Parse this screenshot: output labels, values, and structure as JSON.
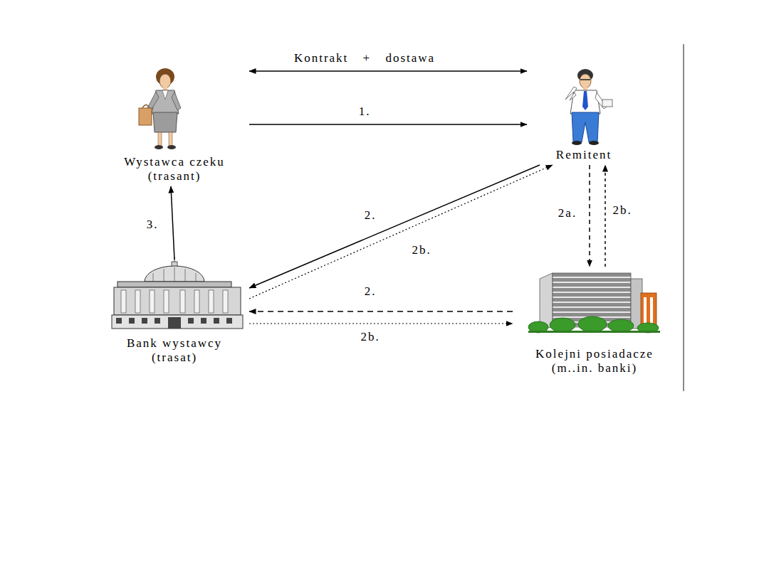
{
  "diagram": {
    "nodes": [
      {
        "text": [
          "Wystawca czeku (trasant)"
        ]
      },
      {
        "text": [
          "Remitent"
        ]
      },
      {
        "text": [
          "Bank wystawcy (trasat)"
        ]
      },
      {
        "text": [
          "Kolejni posiadacze (m..in. banki)"
        ]
      }
    ],
    "edges": [
      {
        "from": 0,
        "to": 1,
        "label": "Kontrakt + dostawa",
        "arrow": "both"
      },
      {
        "from": 0,
        "to": 1,
        "label": "1.",
        "arrow": "to"
      },
      {
        "from": 1,
        "to": 2,
        "label": "2.",
        "arrow": "to"
      },
      {
        "from": 2,
        "to": 1,
        "label": "2b.",
        "arrow": "to"
      },
      {
        "from": 1,
        "to": 3,
        "label": "2a.",
        "arrow": "to"
      },
      {
        "from": 3,
        "to": 1,
        "label": "2b.",
        "arrow": "to"
      },
      {
        "from": 3,
        "to": 2,
        "label": "2.",
        "arrow": "to"
      },
      {
        "from": 2,
        "to": 3,
        "label": "2b.",
        "arrow": "to"
      },
      {
        "from": 2,
        "to": 0,
        "label": "3.",
        "arrow": "to"
      }
    ]
  }
}
